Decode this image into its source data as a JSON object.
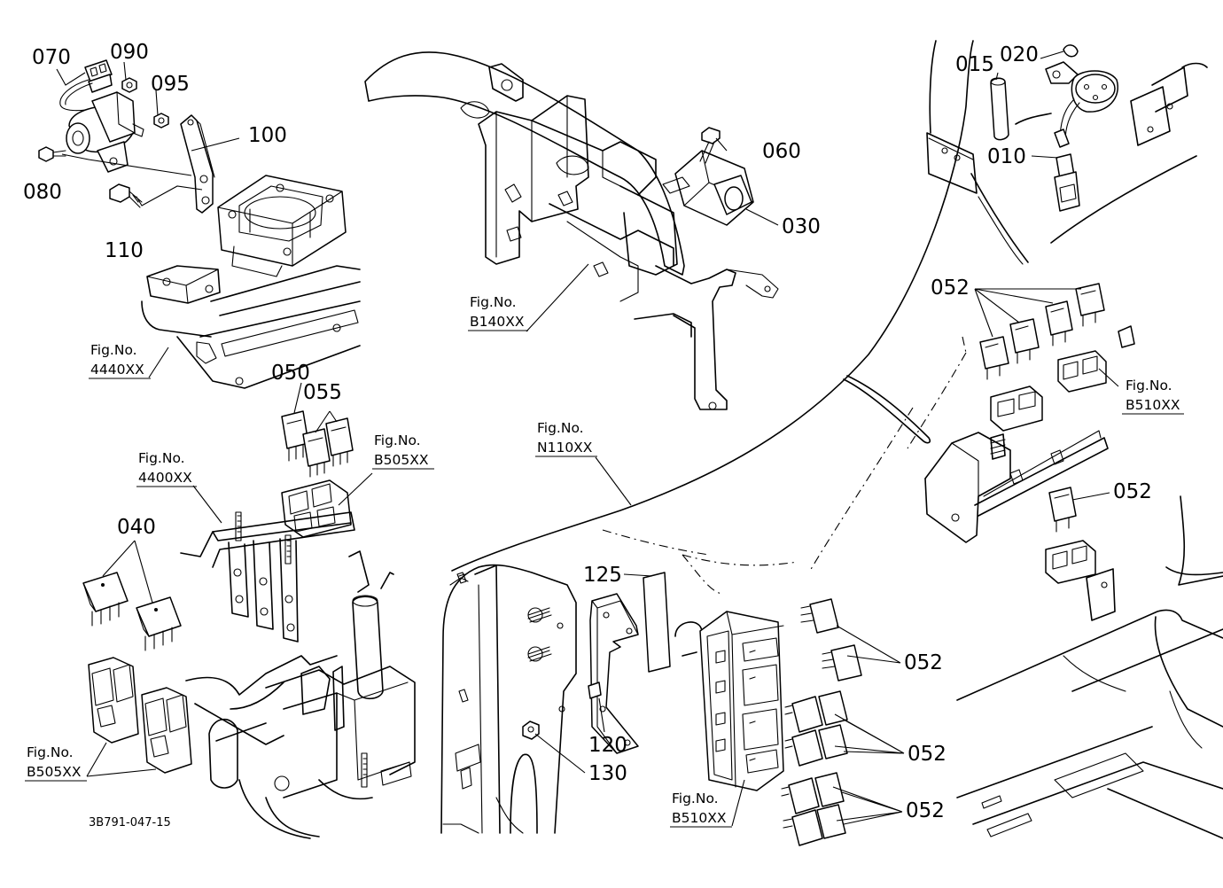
{
  "part_labels": {
    "p070": "070",
    "p090": "090",
    "p095": "095",
    "p100": "100",
    "p080": "080",
    "p110": "110",
    "p060": "060",
    "p030": "030",
    "p015": "015",
    "p020": "020",
    "p010": "010",
    "p052a": "052",
    "p052b": "052",
    "p052c": "052",
    "p052d": "052",
    "p052e": "052",
    "p050": "050",
    "p055": "055",
    "p040": "040",
    "p125": "125",
    "p120": "120",
    "p130": "130"
  },
  "figure_refs": {
    "fig_4440": {
      "prefix": "Fig.No.",
      "code": "4440XX"
    },
    "fig_b140": {
      "prefix": "Fig.No.",
      "code": "B140XX"
    },
    "fig_b510_top": {
      "prefix": "Fig.No.",
      "code": "B510XX"
    },
    "fig_n110": {
      "prefix": "Fig.No.",
      "code": "N110XX"
    },
    "fig_4400": {
      "prefix": "Fig.No.",
      "code": "4400XX"
    },
    "fig_b505_mid": {
      "prefix": "Fig.No.",
      "code": "B505XX"
    },
    "fig_b505_left": {
      "prefix": "Fig.No.",
      "code": "B505XX"
    },
    "fig_b510_bottom": {
      "prefix": "Fig.No.",
      "code": "B510XX"
    }
  },
  "drawing_code": "3B791-047-15"
}
